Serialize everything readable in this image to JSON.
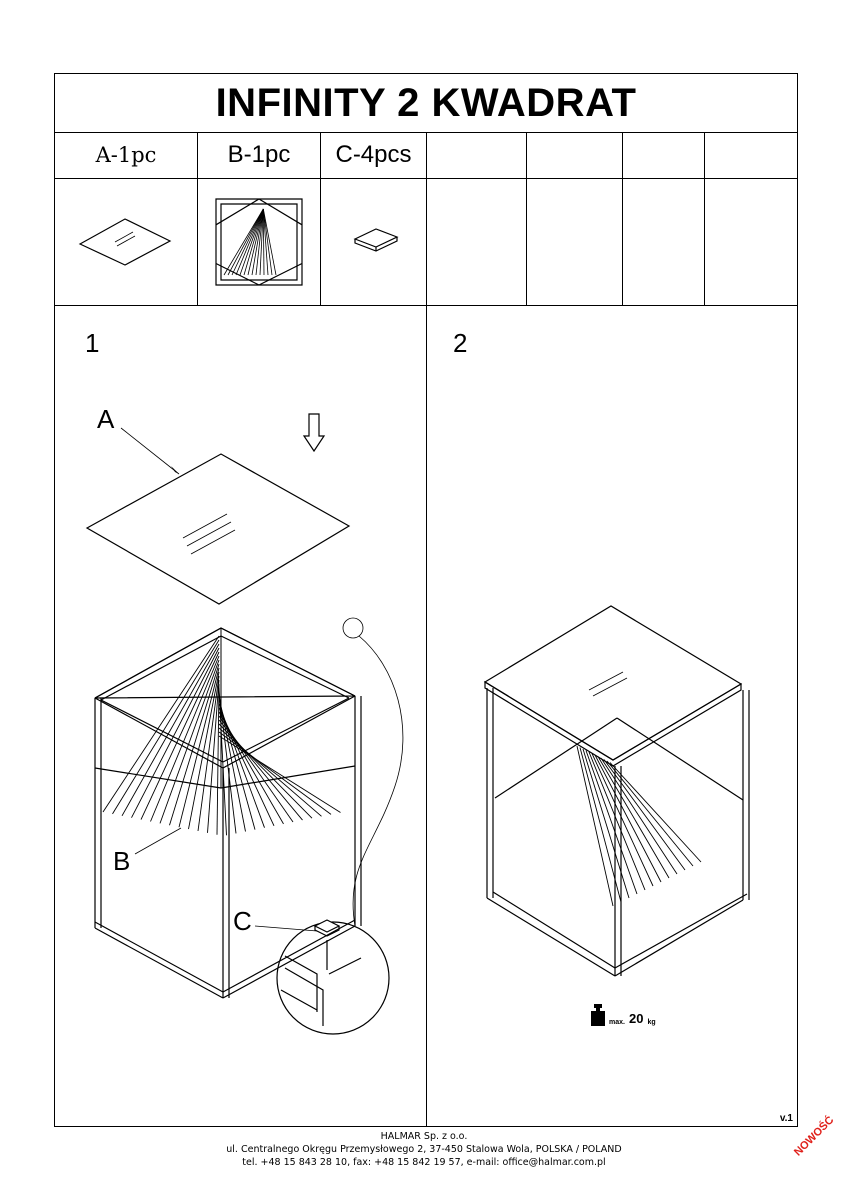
{
  "document": {
    "title": "INFINITY 2 KWADRAT",
    "parts": [
      {
        "label": "A-1pc",
        "icon": "glass-top-icon"
      },
      {
        "label": "B-1pc",
        "icon": "frame-icon"
      },
      {
        "label": "C-4pcs",
        "icon": "pad-icon"
      }
    ],
    "steps": [
      {
        "number": "1",
        "callouts": [
          "A",
          "B",
          "C"
        ]
      },
      {
        "number": "2"
      }
    ],
    "weight": {
      "prefix": "max.",
      "value": "20",
      "unit": "kg"
    },
    "version": "v.1"
  },
  "footer": {
    "company": "HALMAR Sp. z o.o.",
    "address": "ul. Centralnego Okręgu Przemysłowego 2, 37-450 Stalowa Wola, POLSKA / POLAND",
    "contact": "tel. +48 15 843 28 10, fax: +48 15 842 19 57, e-mail: office@halmar.com.pl"
  },
  "badge": "NOWOŚĆ"
}
